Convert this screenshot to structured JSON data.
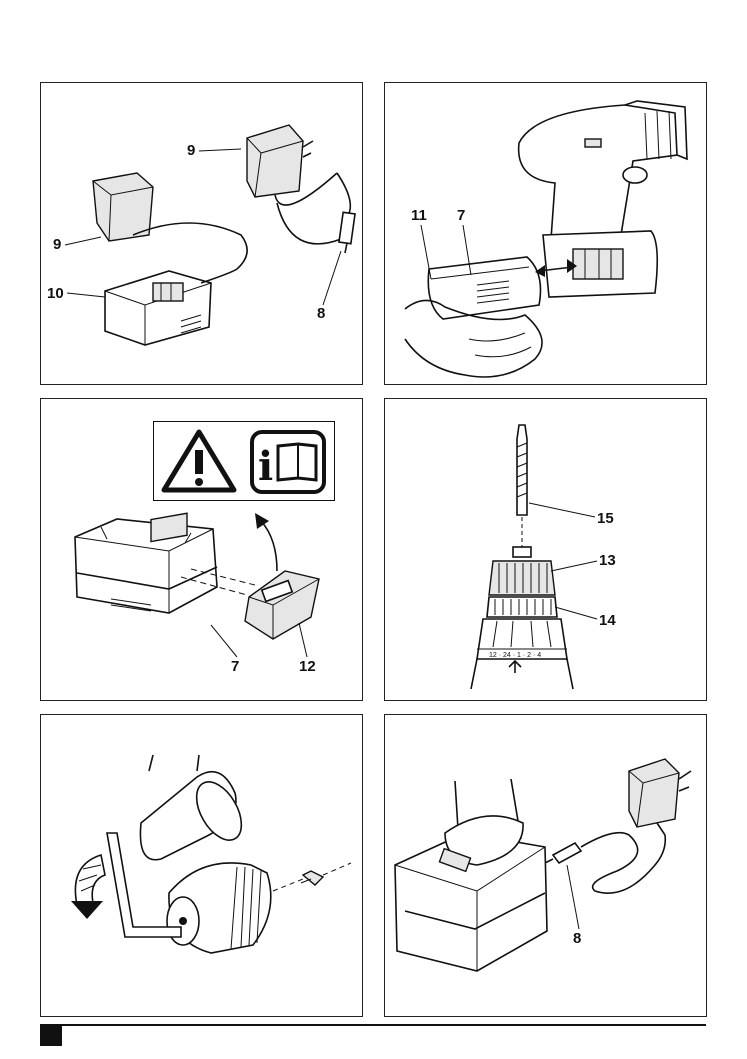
{
  "page": {
    "colors": {
      "line": "#111111",
      "background": "#ffffff",
      "shade": "#e6e6e6"
    }
  },
  "figures": {
    "charger": {
      "callouts": {
        "adapter_top": "9",
        "adapter_left": "9",
        "charger_base": "10",
        "plug": "8"
      }
    },
    "battery_insert": {
      "callouts": {
        "release_button": "11",
        "battery": "7"
      }
    },
    "battery_cap": {
      "callouts": {
        "battery": "7",
        "cap": "12"
      },
      "icons": [
        "warning-icon",
        "read-manual-icon"
      ],
      "info_glyph": "i"
    },
    "chuck": {
      "callouts": {
        "bit": "15",
        "sleeve": "13",
        "collar": "14"
      },
      "scale_text": "12 · 24 · 1 · 2 · 4"
    },
    "chuck_removal": {
      "icons": [
        "hex-key-icon",
        "rotation-arrow-icon",
        "screw-icon"
      ]
    },
    "charging": {
      "callouts": {
        "plug": "8"
      }
    }
  }
}
